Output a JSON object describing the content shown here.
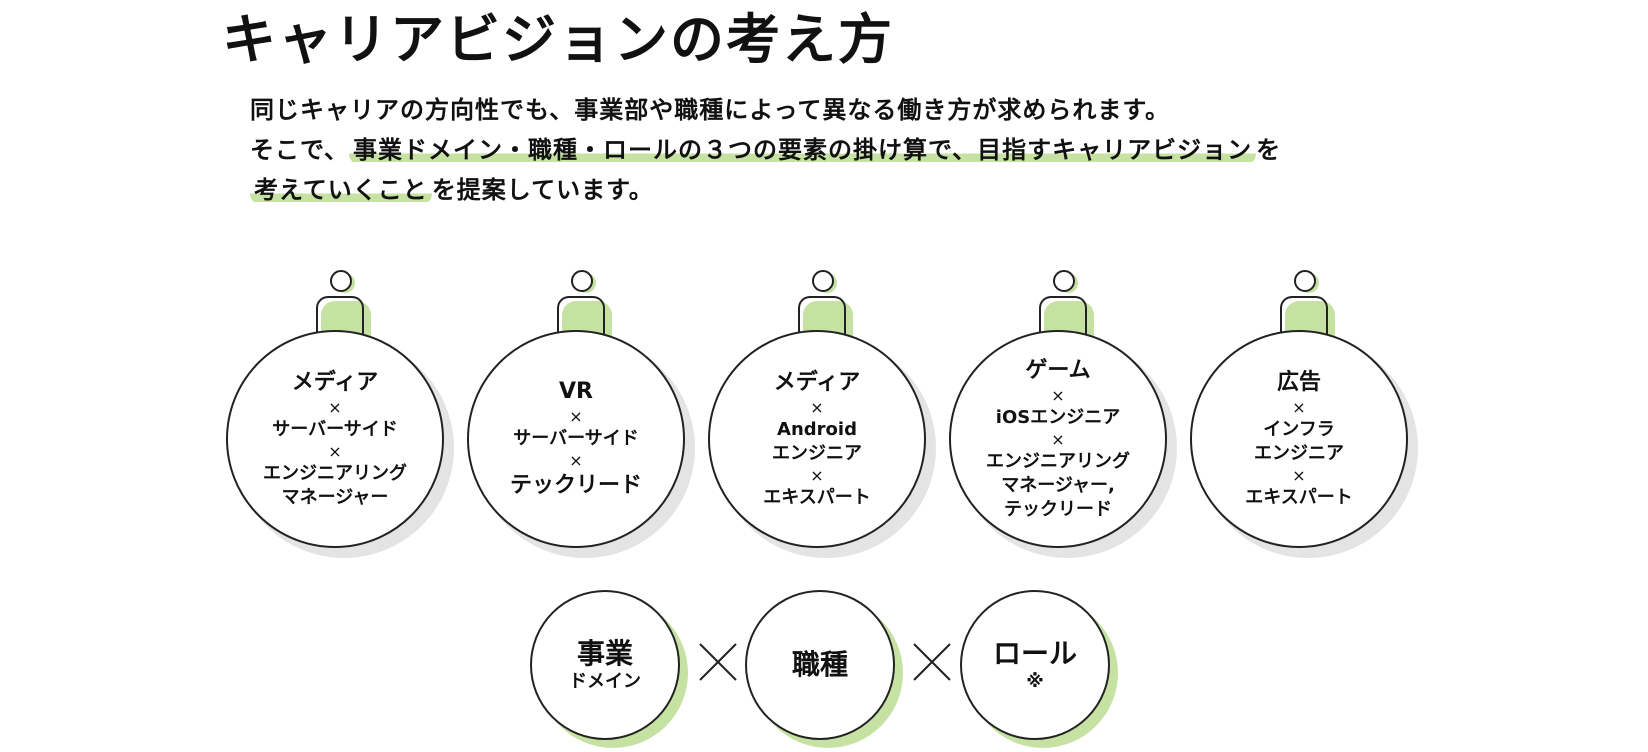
{
  "title": "キャリアビジョンの考え方",
  "lead": {
    "line1": "同じキャリアの方向性でも、事業部や職種によって異なる働き方が求められます。",
    "line2_prefix": "そこで、",
    "line2_highlight": "事業ドメイン・職種・ロールの３つの要素の掛け算で、目指すキャリアビジョン",
    "line2_suffix": "を",
    "line3_highlight": "考えていくこと",
    "line3_suffix": "を提案しています。"
  },
  "times_symbol": "×",
  "persons": [
    {
      "lines": [
        "メディア",
        "×",
        "サーバーサイド",
        "×",
        "エンジニアリング",
        "マネージャー"
      ]
    },
    {
      "lines": [
        "VR",
        "×",
        "サーバーサイド",
        "×",
        "テックリード"
      ]
    },
    {
      "lines": [
        "メディア",
        "×",
        "Android",
        "エンジニア",
        "×",
        "エキスパート"
      ]
    },
    {
      "lines": [
        "ゲーム",
        "×",
        "iOSエンジニア",
        "×",
        "エンジニアリング",
        "マネージャー,",
        "テックリード"
      ]
    },
    {
      "lines": [
        "広告",
        "×",
        "インフラ",
        "エンジニア",
        "×",
        "エキスパート"
      ]
    }
  ],
  "combo": {
    "domain": {
      "main": "事業",
      "sub": "ドメイン"
    },
    "job": {
      "main": "職種"
    },
    "role": {
      "main": "ロール",
      "sub": "※"
    }
  },
  "colors": {
    "accent": "#c6e2a2",
    "stroke": "#222222",
    "shadow": "#e4e4e4"
  }
}
